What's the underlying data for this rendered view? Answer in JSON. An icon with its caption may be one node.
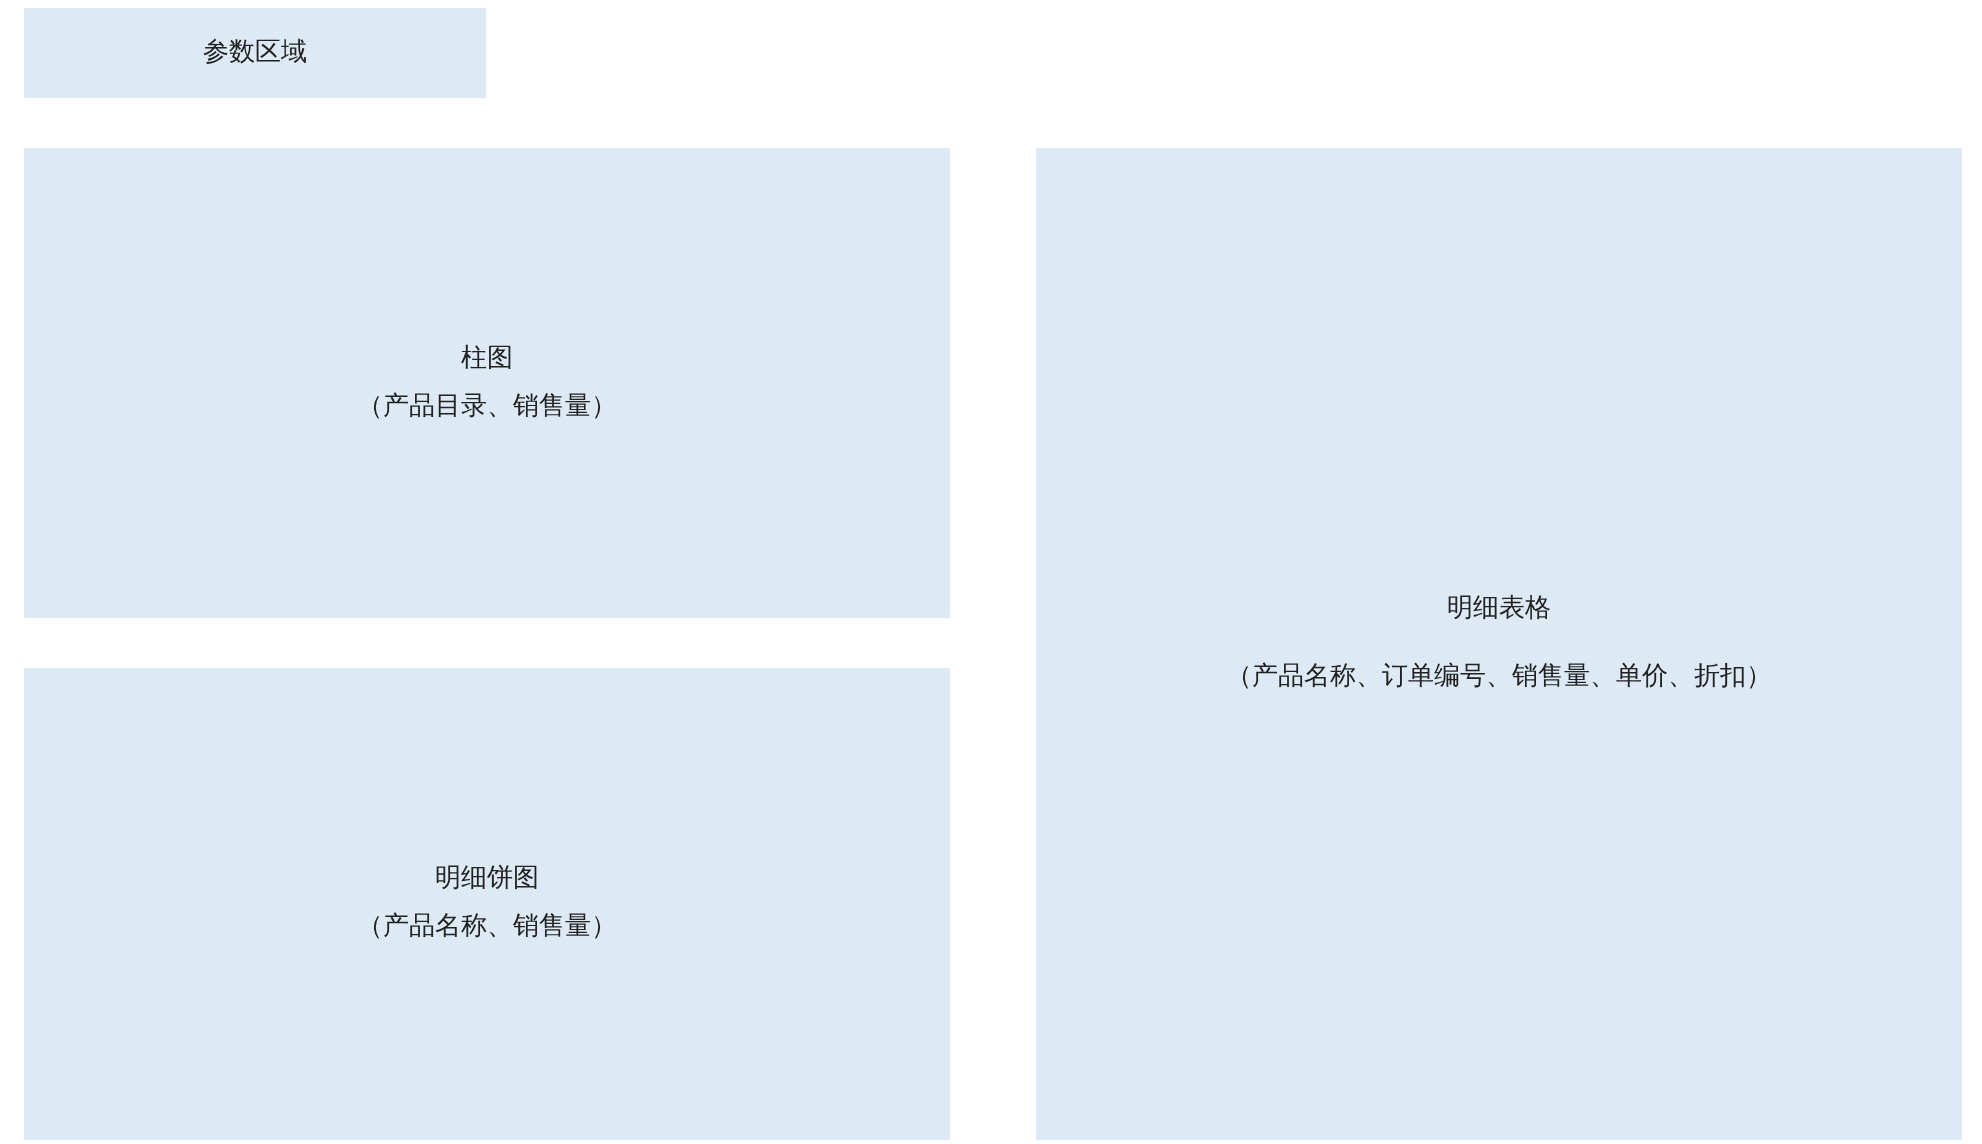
{
  "diagram": {
    "nodes": [
      {
        "text": [
          "参数区域"
        ]
      },
      {
        "text": [
          "柱图",
          "（产品目录、销售量）"
        ]
      },
      {
        "text": [
          "明细饼图",
          "（产品名称、销售量）"
        ]
      },
      {
        "text": [
          "明细表格",
          "（产品名称、订单编号、销售量、单价、折扣）"
        ]
      }
    ]
  }
}
